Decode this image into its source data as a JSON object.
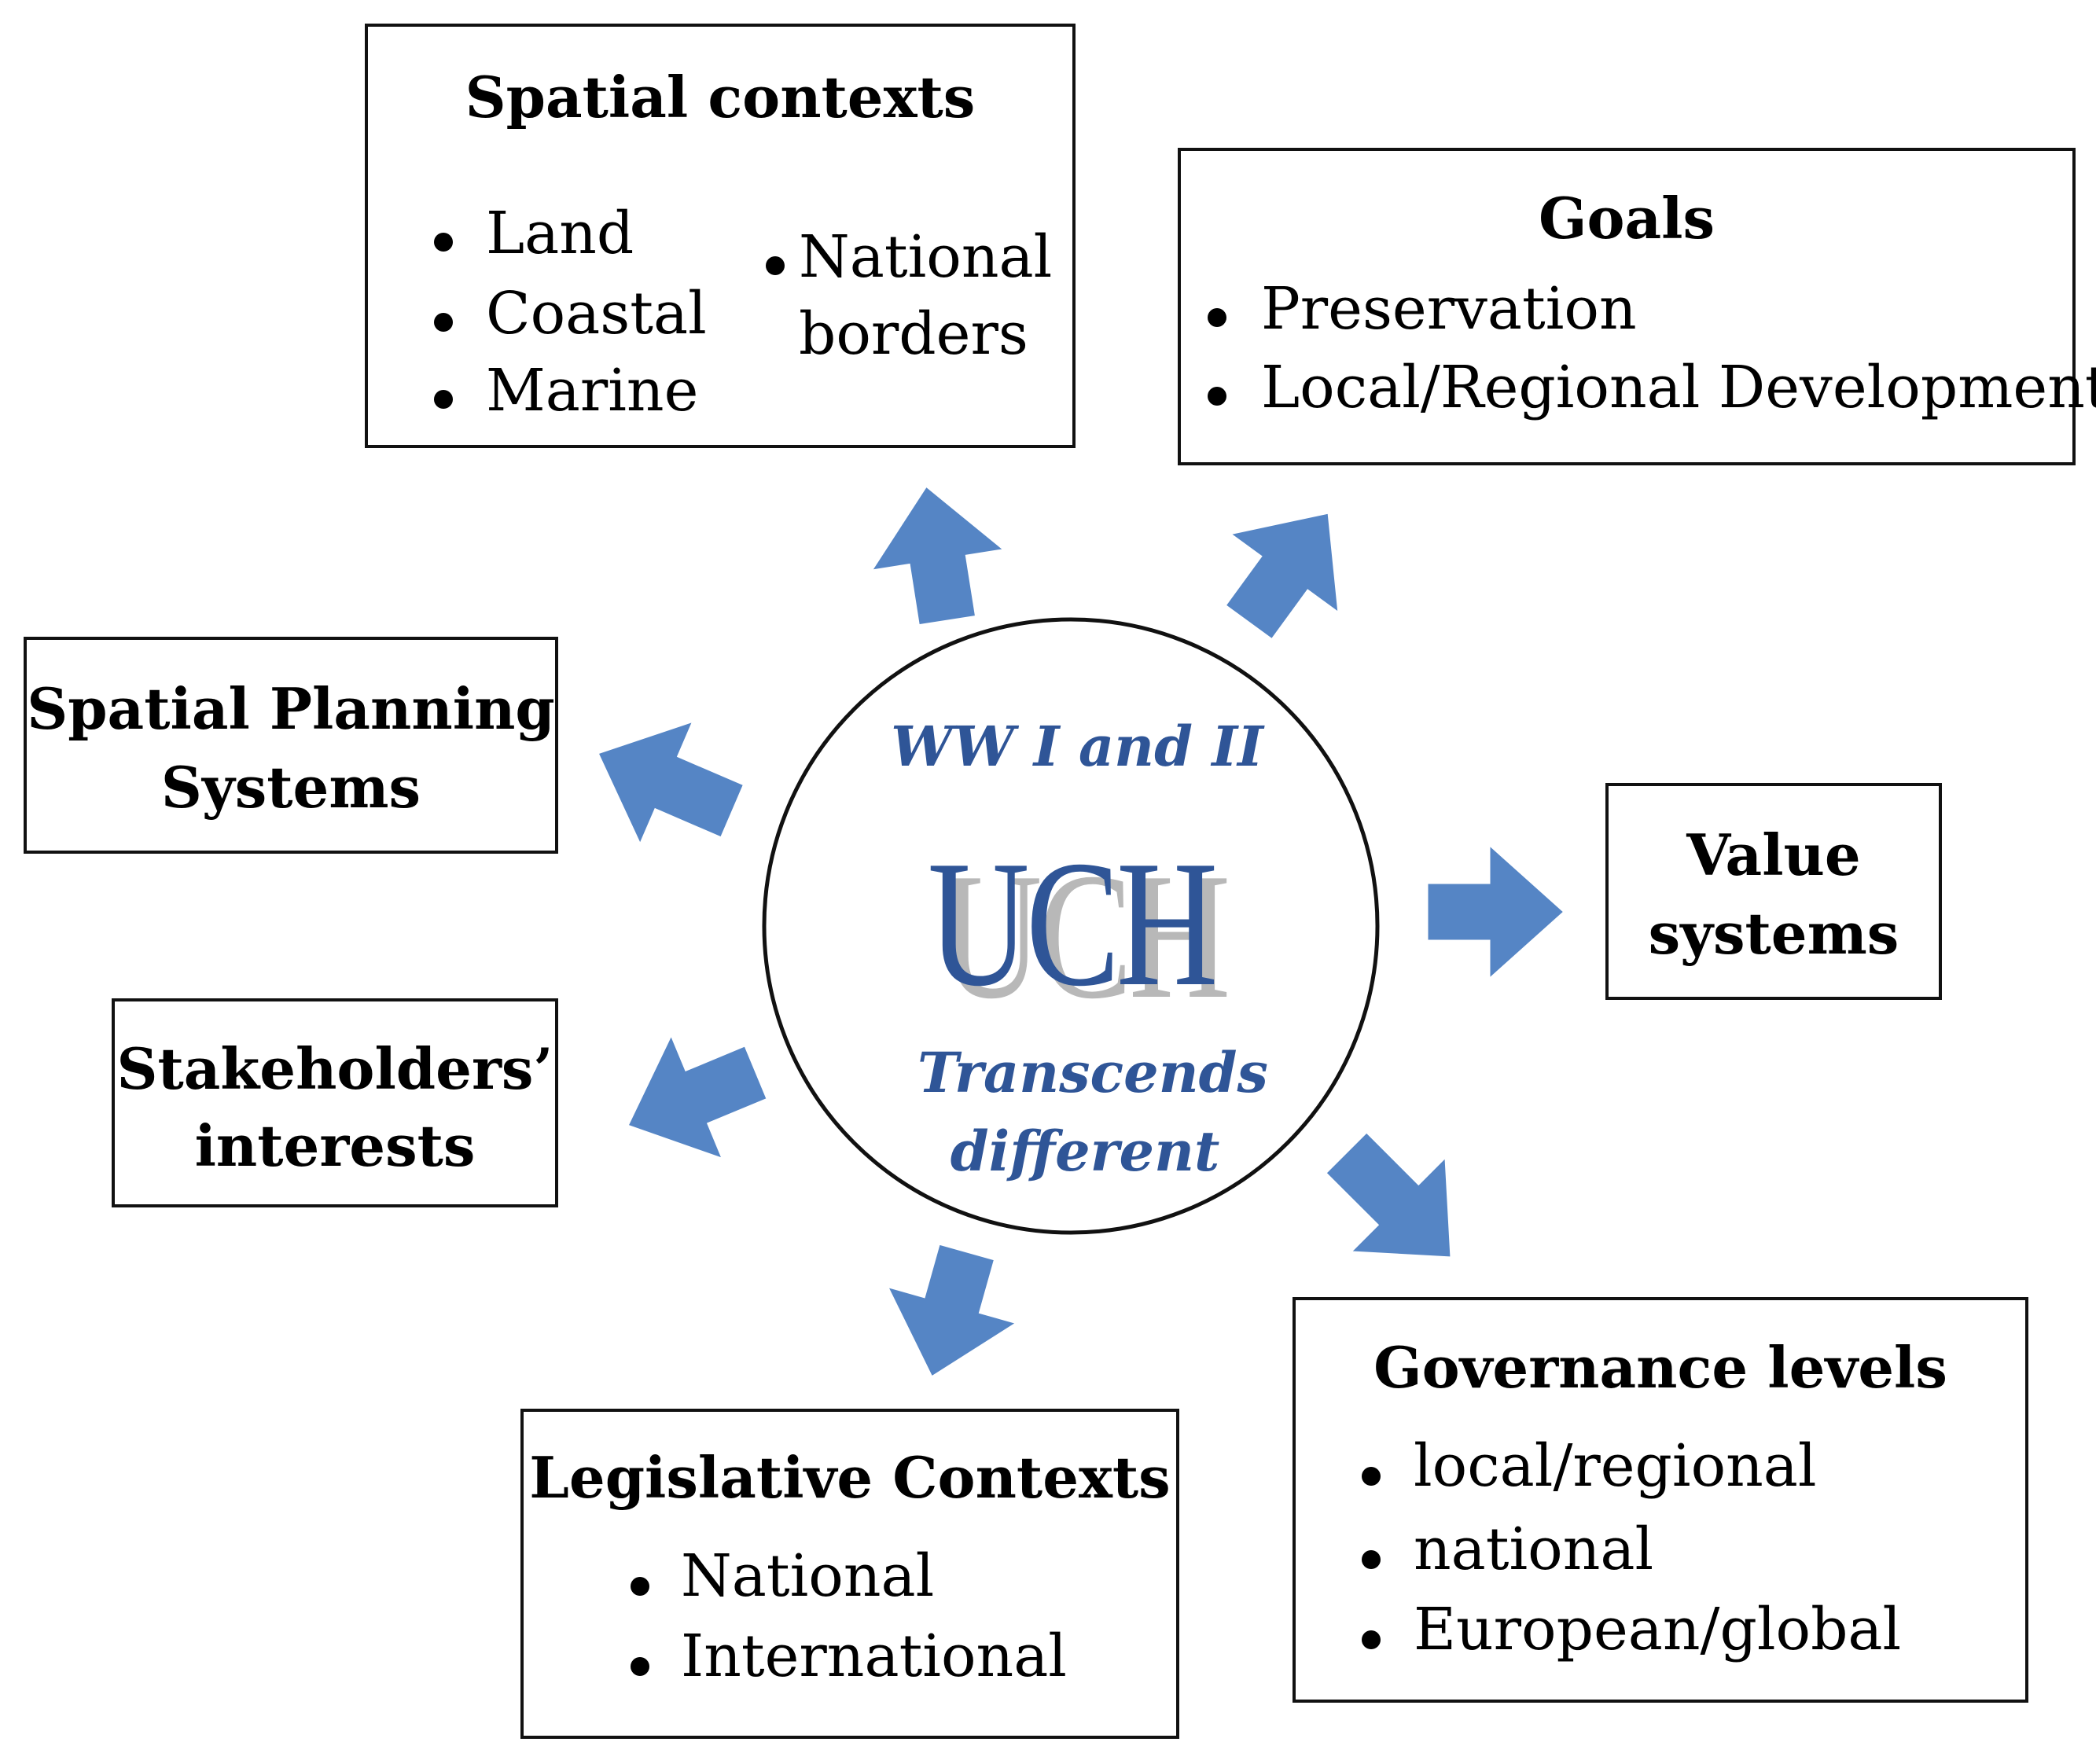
{
  "center": {
    "top_label": "WW I and II",
    "main": "UCH",
    "bottom_label_1": "Transcends",
    "bottom_label_2": "different"
  },
  "spatial_contexts": {
    "title": "Spatial contexts",
    "items": [
      "Land",
      "Coastal",
      "Marine"
    ],
    "extra_line_1": "National",
    "extra_line_2": "borders"
  },
  "goals": {
    "title": "Goals",
    "items": [
      "Preservation",
      "Local/Regional Development"
    ]
  },
  "spatial_planning": {
    "line_1": "Spatial Planning",
    "line_2": "Systems"
  },
  "value_systems": {
    "line_1": "Value",
    "line_2": "systems"
  },
  "stakeholders": {
    "line_1": "Stakeholders’",
    "line_2": "interests"
  },
  "legislative": {
    "title": "Legislative Contexts",
    "items": [
      "National",
      "International"
    ]
  },
  "governance": {
    "title": "Governance levels",
    "items": [
      "local/regional",
      "national",
      "European/global"
    ]
  },
  "colors": {
    "arrow": "#5585c5",
    "center_text": "#2f5597",
    "border": "#111111"
  }
}
